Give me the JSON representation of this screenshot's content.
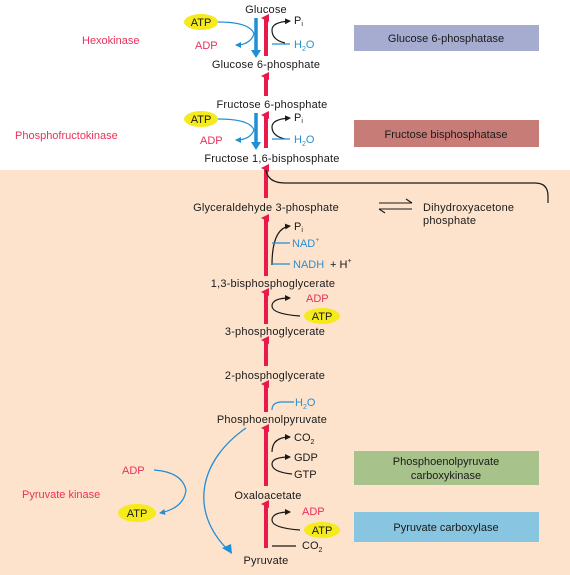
{
  "colors": {
    "upper_bg": "#ffffff",
    "lower_bg": "#fde3cc",
    "arrow_red": "#e8194b",
    "arrow_blue": "#1f8fd6",
    "atp_yellow": "#f5ea1c",
    "box_glucose6p": "#a5acd0",
    "box_fbpase": "#c87c78",
    "box_pepck": "#a8c28c",
    "box_pc": "#88c5e0"
  },
  "metabolites": {
    "glucose": "Glucose",
    "g6p": "Glucose 6-phosphate",
    "f6p": "Fructose 6-phosphate",
    "f16bp": "Fructose 1,6-bisphosphate",
    "gap": "Glyceraldehyde 3-phosphate",
    "dhap_line1": "Dihydroxyacetone",
    "dhap_line2": "phosphate",
    "bpg13": "1,3-bisphosphoglycerate",
    "pg3": "3-phosphoglycerate",
    "pg2": "2-phosphoglycerate",
    "pep": "Phosphoenolpyruvate",
    "oaa": "Oxaloacetate",
    "pyruvate": "Pyruvate"
  },
  "enzymes": {
    "hexokinase": "Hexokinase",
    "pfk": "Phosphofructokinase",
    "pyruvate_kinase": "Pyruvate kinase"
  },
  "boxes": {
    "g6pase": "Glucose 6-phosphatase",
    "fbpase": "Fructose bisphosphatase",
    "pepck_line1": "Phosphoenolpyruvate",
    "pepck_line2": "carboxykinase",
    "pc": "Pyruvate carboxylase"
  },
  "cofactors": {
    "atp": "ATP",
    "adp": "ADP",
    "pi": "P",
    "pi_sub": "i",
    "h": "H",
    "h2o_sub": "2",
    "o": "O",
    "nad": "NAD",
    "nad_sup": "+",
    "nadh": "NADH",
    "plus_h": " + H",
    "co": "CO",
    "co2_sub": "2",
    "gdp": "GDP",
    "gtp": "GTP"
  }
}
